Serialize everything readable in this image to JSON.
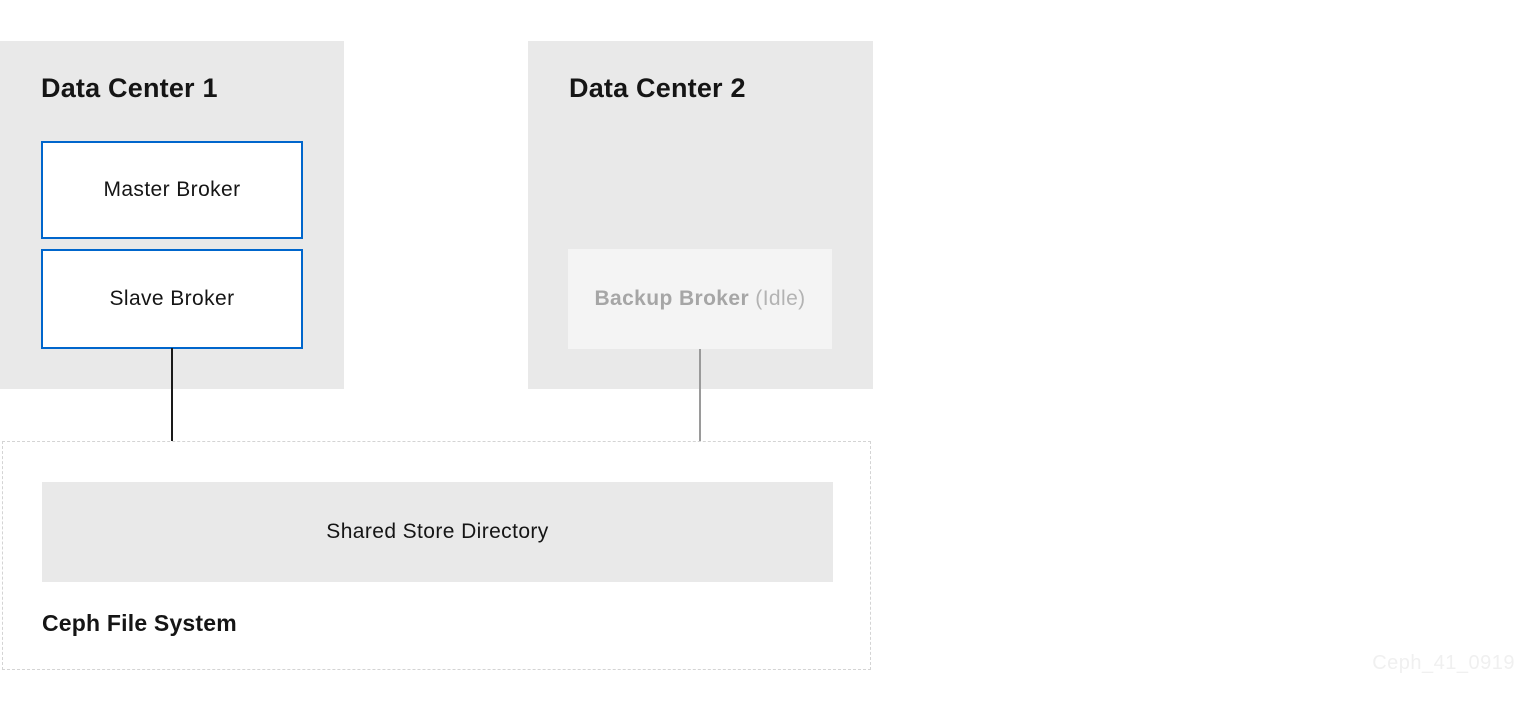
{
  "data_center_1": {
    "title": "Data Center 1",
    "brokers": [
      {
        "label": "Master Broker"
      },
      {
        "label": "Slave Broker"
      }
    ]
  },
  "data_center_2": {
    "title": "Data Center 2",
    "backup_broker": {
      "label": "Backup Broker",
      "state_suffix": "(Idle)"
    }
  },
  "shared_storage": {
    "store_label": "Shared Store Directory",
    "filesystem_label": "Ceph File System"
  },
  "watermark": "Ceph_41_0919",
  "arrows": [
    {
      "name": "slave-broker-to-shared-store",
      "color": "#1a1a1a"
    },
    {
      "name": "backup-broker-to-shared-store",
      "color": "#9a9a9a"
    }
  ],
  "colors": {
    "panel_bg": "#e9e9e9",
    "idle_box_bg": "#f4f4f4",
    "idle_label": "#a6a6a6",
    "idle_suffix": "#b3b3b3",
    "broker_border_blue": "#0066cc",
    "text_dark": "#151515",
    "arrow_black": "#1a1a1a",
    "arrow_gray": "#9a9a9a",
    "dashed_border": "#d4d4d4",
    "watermark_gray": "#f0f0f0"
  }
}
